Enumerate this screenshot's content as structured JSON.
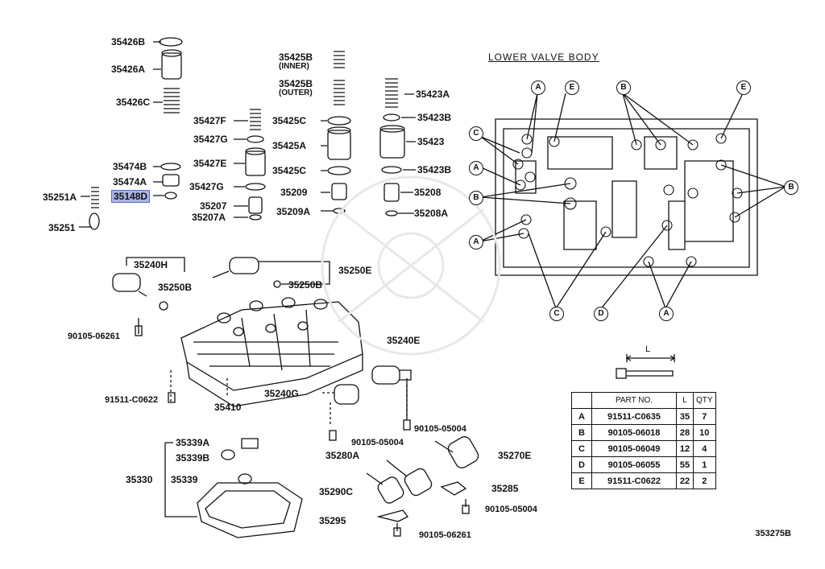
{
  "diagram": {
    "title": "LOWER VALVE BODY",
    "code": "353275B",
    "dimension_label": "L",
    "parts": [
      {
        "id": "p1",
        "text": "35426B"
      },
      {
        "id": "p2",
        "text": "35426A"
      },
      {
        "id": "p3",
        "text": "35426C"
      },
      {
        "id": "p4",
        "text": "35427F"
      },
      {
        "id": "p5",
        "text": "35427G"
      },
      {
        "id": "p6",
        "text": "35427E"
      },
      {
        "id": "p7",
        "text": "35427G"
      },
      {
        "id": "p8",
        "text": "35474B"
      },
      {
        "id": "p9",
        "text": "35474A"
      },
      {
        "id": "p10",
        "text": "35148D"
      },
      {
        "id": "p11",
        "text": "35251A"
      },
      {
        "id": "p12",
        "text": "35251"
      },
      {
        "id": "p13",
        "text": "35207"
      },
      {
        "id": "p14",
        "text": "35207A"
      },
      {
        "id": "p15",
        "text": "35425B"
      },
      {
        "id": "p16",
        "text": "35425B"
      },
      {
        "id": "p17",
        "text": "35425C"
      },
      {
        "id": "p18",
        "text": "35425A"
      },
      {
        "id": "p19",
        "text": "35425C"
      },
      {
        "id": "p20",
        "text": "35209"
      },
      {
        "id": "p21",
        "text": "35209A"
      },
      {
        "id": "p22",
        "text": "35423A"
      },
      {
        "id": "p23",
        "text": "35423B"
      },
      {
        "id": "p24",
        "text": "35423"
      },
      {
        "id": "p25",
        "text": "35423B"
      },
      {
        "id": "p26",
        "text": "35208"
      },
      {
        "id": "p27",
        "text": "35208A"
      },
      {
        "id": "p28",
        "text": "35240H"
      },
      {
        "id": "p29",
        "text": "35250B"
      },
      {
        "id": "p30",
        "text": "35250E"
      },
      {
        "id": "p31",
        "text": "35250B"
      },
      {
        "id": "p32",
        "text": "90105-06261"
      },
      {
        "id": "p33",
        "text": "35240E"
      },
      {
        "id": "p34",
        "text": "91511-C0622"
      },
      {
        "id": "p35",
        "text": "35410"
      },
      {
        "id": "p36",
        "text": "35240G"
      },
      {
        "id": "p37",
        "text": "90105-05004"
      },
      {
        "id": "p38",
        "text": "90105-05004"
      },
      {
        "id": "p39",
        "text": "35339A"
      },
      {
        "id": "p40",
        "text": "35339B"
      },
      {
        "id": "p41",
        "text": "35330"
      },
      {
        "id": "p42",
        "text": "35339"
      },
      {
        "id": "p43",
        "text": "35280A"
      },
      {
        "id": "p44",
        "text": "35270E"
      },
      {
        "id": "p45",
        "text": "35290C"
      },
      {
        "id": "p46",
        "text": "35285"
      },
      {
        "id": "p47",
        "text": "90105-05004"
      },
      {
        "id": "p48",
        "text": "35295"
      },
      {
        "id": "p49",
        "text": "90105-06261"
      }
    ],
    "sublabels": [
      {
        "id": "s1",
        "text": "(INNER)"
      },
      {
        "id": "s2",
        "text": "(OUTER)"
      }
    ],
    "callouts": [
      {
        "id": "c1",
        "text": "A"
      },
      {
        "id": "c2",
        "text": "E"
      },
      {
        "id": "c3",
        "text": "B"
      },
      {
        "id": "c4",
        "text": "E"
      },
      {
        "id": "c5",
        "text": "C"
      },
      {
        "id": "c6",
        "text": "A"
      },
      {
        "id": "c7",
        "text": "B"
      },
      {
        "id": "c8",
        "text": "A"
      },
      {
        "id": "c9",
        "text": "B"
      },
      {
        "id": "c10",
        "text": "C"
      },
      {
        "id": "c11",
        "text": "D"
      },
      {
        "id": "c12",
        "text": "A"
      }
    ]
  },
  "parts_table": {
    "headers": [
      "",
      "PART NO.",
      "L",
      "QTY"
    ],
    "rows": [
      [
        "A",
        "91511-C0635",
        "35",
        "7"
      ],
      [
        "B",
        "90105-06018",
        "28",
        "10"
      ],
      [
        "C",
        "90105-06049",
        "12",
        "4"
      ],
      [
        "D",
        "90105-06055",
        "55",
        "1"
      ],
      [
        "E",
        "91511-C0622",
        "22",
        "2"
      ]
    ]
  }
}
